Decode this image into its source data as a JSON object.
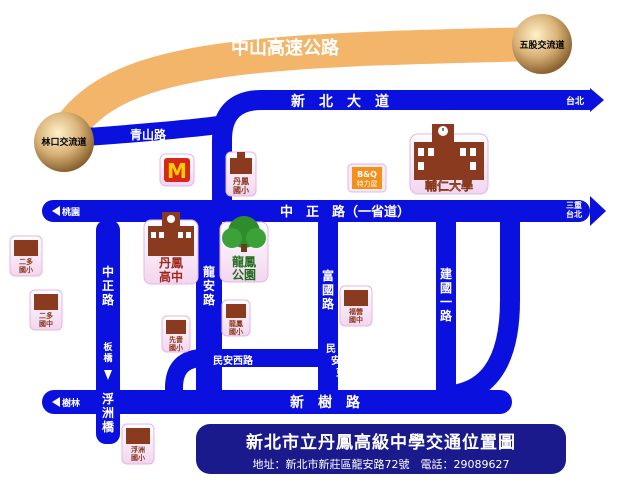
{
  "highway": {
    "label": "中山高速公路",
    "color": "#f3b569"
  },
  "interchanges": {
    "west": "林口交流道",
    "east": "五股交流道"
  },
  "roads": {
    "xinbei": "新　北　大　道",
    "zhongzheng_main": "中　正　路（一省道）",
    "xinshu": "新　樹　路",
    "qingshan": "青山路",
    "zhongzheng_v": "中正路",
    "banqiao": "板橋",
    "fuzhou": "浮洲橋",
    "longan": "龍安路",
    "fuguo": "富國路",
    "jianguo": "建國一路",
    "minan_west": "民安西路",
    "minan_east": "民安東路"
  },
  "direction_labels": {
    "taipei": "台北",
    "taoyuan": "桃園",
    "sanchong": "三重\n台北",
    "shulin": "樹林"
  },
  "landmarks": {
    "mcdonalds_logo": "M",
    "bq_line1": "B&Q",
    "bq_line2": "特力屋",
    "fujen": "輔仁大學",
    "danfeng": "丹鳳\n高中",
    "longfeng_park": "龍鳳\n公園",
    "danfeng_elem": "丹鳳\n國小",
    "longfeng_elem": "龍鳳\n國小",
    "xianjue_elem": "先嗇\n國小",
    "fuying_mid": "福營\n國中",
    "sanduo_elem": "二多\n國小",
    "sanduo_mid": "二多\n國中",
    "fuzhou_elem": "浮洲\n國小"
  },
  "title": {
    "main": "新北市立丹鳳高級中學交通位置圖",
    "sub": "地址：新北市新莊區龍安路72號　電話：29089627"
  },
  "colors": {
    "road": "#0a10dd",
    "title_bg": "#1a1a8c",
    "school_brown": "#8a3a1e",
    "park_green": "#2f8b2b",
    "interchange": "#a07a3a"
  }
}
